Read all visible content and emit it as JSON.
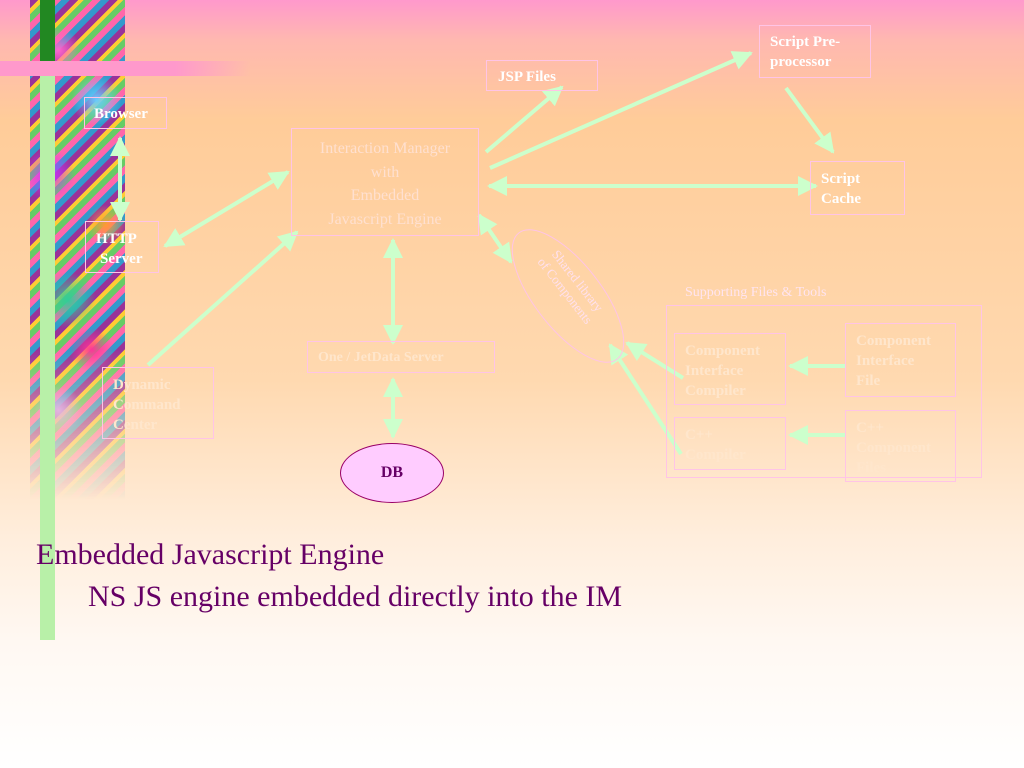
{
  "diagram": {
    "nodes": {
      "browser": "Browser",
      "http_server_line1": "HTTP",
      "http_server_line2": "Server",
      "interaction_manager_line1": "Interaction Manager",
      "interaction_manager_line2": "with",
      "interaction_manager_line3": "Embedded",
      "interaction_manager_line4": "Javascript Engine",
      "jsp_files": "JSP Files",
      "script_preprocessor_line1": "Script Pre-",
      "script_preprocessor_line2": "processor",
      "script_cache_line1": "Script",
      "script_cache_line2": "Cache",
      "oval_line1": "Shared library",
      "oval_line2": "of Components",
      "data_server": "One / JetData Server",
      "dynamic_command_line1": "Dynamic",
      "dynamic_command_line2": "Command",
      "dynamic_command_line3": "Center",
      "db": "DB",
      "supporting_label": "Supporting  Files & Tools",
      "component_interface_compiler_line1": "Component",
      "component_interface_compiler_line2": "Interface",
      "component_interface_compiler_line3": "Compiler",
      "cpp_compiler_line1": "C++",
      "cpp_compiler_line2": "Compiler",
      "component_interface_file_line1": "Component",
      "component_interface_file_line2": "Interface",
      "component_interface_file_line3": "File",
      "cpp_component_files_line1": "C++",
      "cpp_component_files_line2": "Component",
      "cpp_component_files_line3": "Files"
    }
  },
  "slide": {
    "heading": "Embedded Javascript Engine",
    "subheading": "NS JS engine embedded directly into the IM"
  },
  "colors": {
    "arrow": "#ccffcc",
    "text_purple": "#660066",
    "box_border": "#ffc4e6"
  }
}
